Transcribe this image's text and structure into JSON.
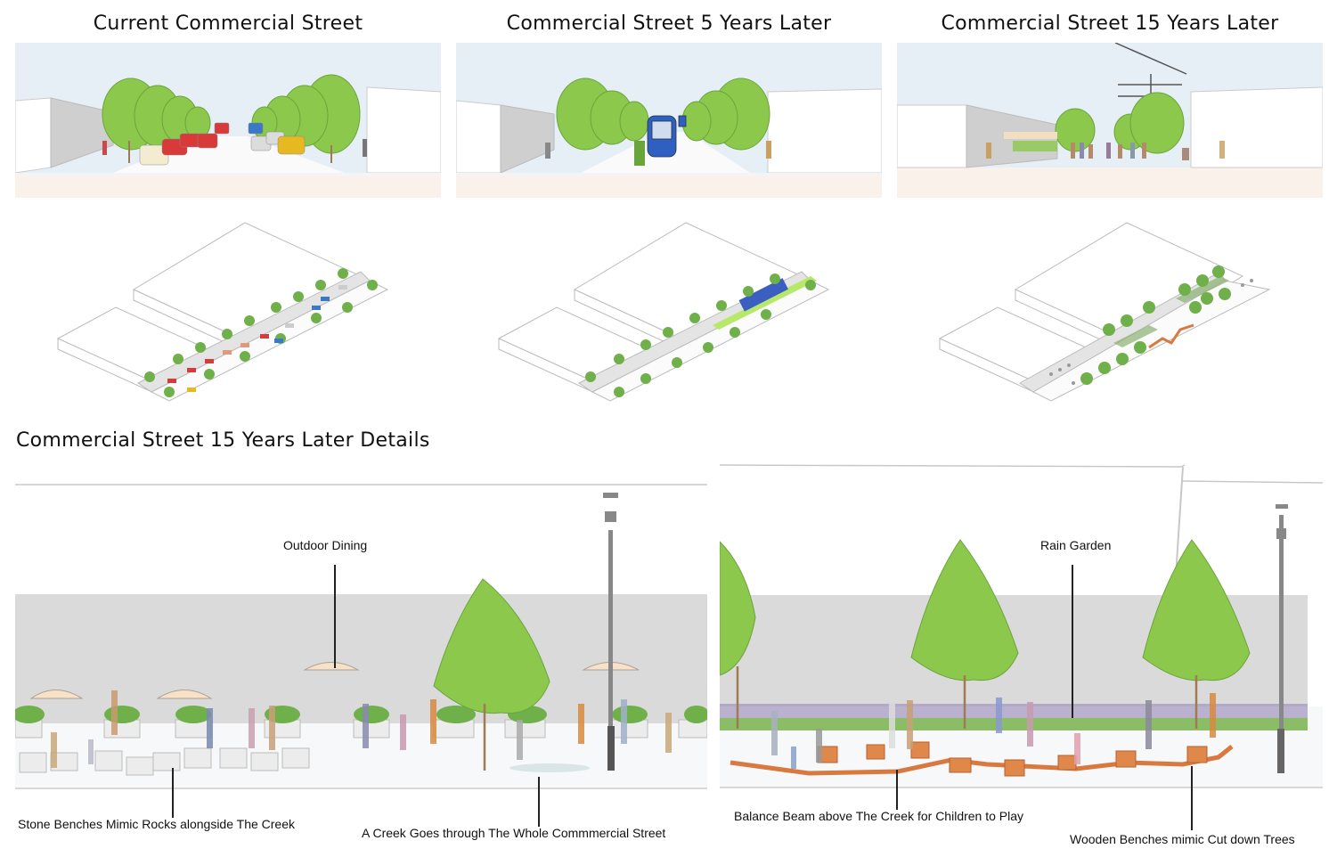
{
  "board": {
    "panels": [
      {
        "id": "current",
        "title": "Current Commercial Street",
        "view": "perspective",
        "transport": "cars"
      },
      {
        "id": "five-years",
        "title": "Commercial Street 5 Years Later",
        "view": "perspective",
        "transport": "tram"
      },
      {
        "id": "fifteen-years",
        "title": "Commercial Street 15 Years Later",
        "view": "perspective",
        "transport": "pedestrian"
      }
    ],
    "details": {
      "title": "Commercial Street 15 Years Later Details",
      "left_labels": {
        "outdoor_dining": "Outdoor Dining",
        "stone_benches": "Stone Benches Mimic Rocks alongside The Creek",
        "creek": "A Creek Goes through The Whole Commmercial Street"
      },
      "right_labels": {
        "rain_garden": "Rain Garden",
        "balance_beam": "Balance Beam above The Creek for Children to Play",
        "wooden_benches": "Wooden Benches mimic Cut down Trees"
      }
    }
  },
  "colors": {
    "tree_green": "#8cc84b",
    "tree_dark": "#5e9a35",
    "sky": "#e6eef6",
    "wall_gray": "#d9d9d9",
    "car_red": "#d83a3a",
    "car_yellow": "#e8b820",
    "car_blue": "#3a78c8",
    "tram_blue": "#2f5fc0",
    "umbrella": "#f6e2c8",
    "bench_orange": "#e0874a",
    "lavender": "#a59ac0",
    "ground_tint": "#faf1ea"
  }
}
